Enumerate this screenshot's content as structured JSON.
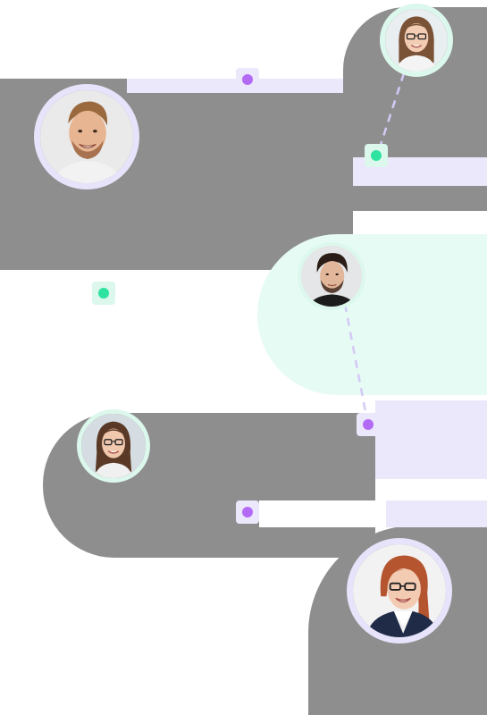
{
  "theme": {
    "background": "#ffffff",
    "backdrop": "#8e8e8e",
    "lavender": "#ebe8fb",
    "lavender_ring": "#e6e3fb",
    "mint": "#e6fbf3",
    "mint_ring": "#dcf7ec",
    "purple_dot": "#b36af5",
    "green_dot": "#2ee3a0",
    "connector": "#d5c9f7"
  },
  "people": [
    {
      "name": "woman-glasses-top",
      "ring": "mint_ring",
      "hair": "#7a5236",
      "skin": "#f2cdb4",
      "shirt": "#f4f4f4",
      "glasses": true,
      "bg": "#e9eef0"
    },
    {
      "name": "man-smiling-chef",
      "ring": "lavender_ring",
      "hair": "#9a6a3e",
      "skin": "#e8b592",
      "shirt": "#f2f2f2",
      "glasses": false,
      "bg": "#eaeaea"
    },
    {
      "name": "man-dark-hair",
      "ring": "mint_ring",
      "hair": "#2a1d17",
      "skin": "#e2b69a",
      "shirt": "#1c1c1c",
      "glasses": false,
      "bg": "#e4e6e8"
    },
    {
      "name": "woman-glasses-left",
      "ring": "mint_ring",
      "hair": "#5a3a26",
      "skin": "#f0c8ae",
      "shirt": "#f0f0f0",
      "glasses": true,
      "bg": "#d6dde2"
    },
    {
      "name": "woman-redhead-blazer",
      "ring": "lavender_ring",
      "hair": "#b5552f",
      "skin": "#f3cbb2",
      "shirt": "#1f2b47",
      "glasses": true,
      "bg": "#f2f2f2"
    }
  ],
  "nodes": [
    {
      "name": "purple-node-top",
      "color": "purple_dot"
    },
    {
      "name": "green-node-right",
      "color": "green_dot"
    },
    {
      "name": "green-node-left",
      "color": "green_dot"
    },
    {
      "name": "purple-node-mid",
      "color": "purple_dot"
    },
    {
      "name": "purple-node-bottom",
      "color": "purple_dot"
    }
  ]
}
